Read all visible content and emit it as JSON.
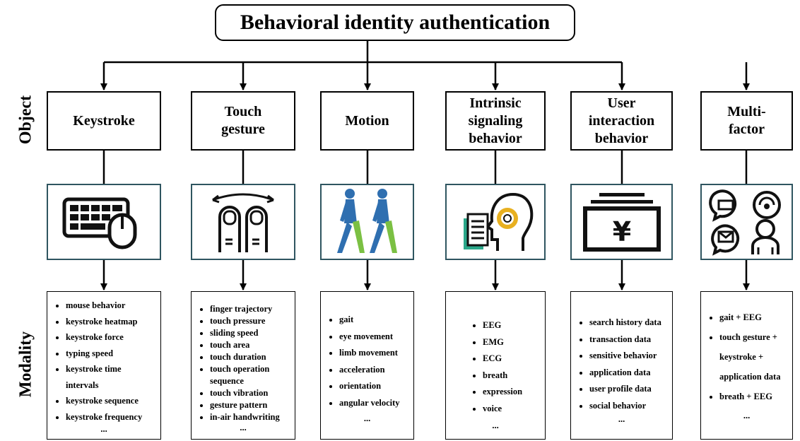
{
  "title": "Behavioral identity authentication",
  "side_labels": {
    "object": "Object",
    "modality": "Modality"
  },
  "columns": [
    {
      "object": "Keystroke",
      "icon": "keyboard-mouse-icon",
      "items": [
        "mouse behavior",
        "keystroke heatmap",
        "keystroke force",
        "typing speed",
        "keystroke time intervals",
        "keystroke sequence",
        "keystroke frequency"
      ],
      "ellipsis": "..."
    },
    {
      "object": "Touch gesture",
      "icon": "two-finger-swipe-icon",
      "items": [
        "finger trajectory",
        "touch pressure",
        "sliding speed",
        "touch area",
        "touch duration",
        "touch operation sequence",
        "touch vibration",
        "gesture pattern",
        "in-air handwriting"
      ],
      "ellipsis": "..."
    },
    {
      "object": "Motion",
      "icon": "walking-figures-icon",
      "items": [
        "gait",
        "eye movement",
        "limb movement",
        "acceleration",
        "orientation",
        "angular velocity"
      ],
      "ellipsis": "..."
    },
    {
      "object": "Intrinsic signaling behavior",
      "icon": "head-signal-icon",
      "items": [
        "EEG",
        "EMG",
        "ECG",
        "breath",
        "expression",
        "voice"
      ],
      "ellipsis": "..."
    },
    {
      "object": "User interaction behavior",
      "icon": "yen-screen-icon",
      "items": [
        "search history data",
        "transaction data",
        "sensitive behavior",
        "application data",
        "user profile data",
        "social behavior"
      ],
      "ellipsis": "..."
    },
    {
      "object": "Multi-factor",
      "icon": "chat-user-icon",
      "items": [
        "gait + EEG",
        "touch gesture + keystroke + application data",
        "breath + EEG"
      ],
      "ellipsis": "..."
    }
  ]
}
